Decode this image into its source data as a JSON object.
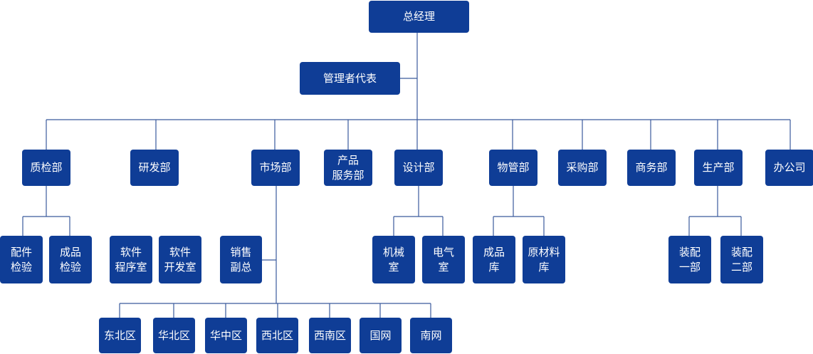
{
  "nodes": {
    "ceo": "总经理",
    "mgmt_rep": "管理者代表",
    "quality": "质检部",
    "rnd": "研发部",
    "market": "市场部",
    "product_service": "产品\n服务部",
    "design": "设计部",
    "materials": "物管部",
    "purchasing": "采购部",
    "business": "商务部",
    "production": "生产部",
    "office": "办公司",
    "parts_inspection": "配件\n检验",
    "product_inspection": "成品\n检验",
    "software_process": "软件\n程序室",
    "software_dev": "软件\n开发室",
    "sales_vp": "销售\n副总",
    "mechanical_room": "机械\n室",
    "electrical_room": "电气\n室",
    "finished_goods_store": "成品\n库",
    "raw_material_store": "原材料\n库",
    "assembly_1": "装配\n一部",
    "assembly_2": "装配\n二部",
    "region_east": "东北区",
    "region_north": "华北区",
    "region_central": "华中区",
    "region_northwest": "西北区",
    "region_southwest": "西南区",
    "national_net": "国网",
    "southern_net": "南网"
  },
  "colors": {
    "box_fill": "#0f3d96",
    "box_text": "#ffffff",
    "connector": "#3a5a9c"
  }
}
